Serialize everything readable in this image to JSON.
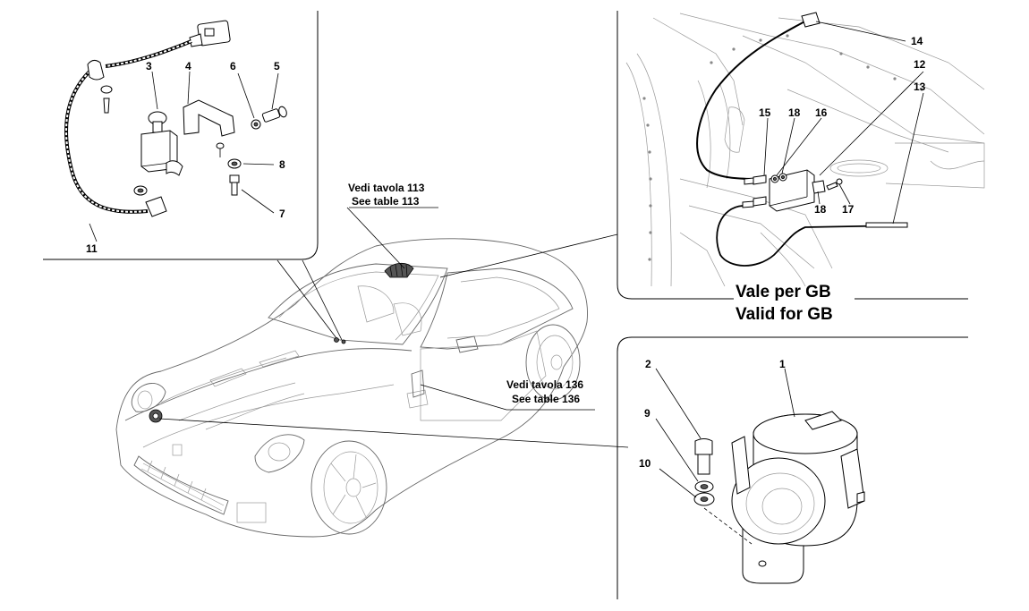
{
  "callouts": {
    "n1": "1",
    "n2": "2",
    "n3": "3",
    "n4": "4",
    "n5": "5",
    "n6": "6",
    "n7": "7",
    "n8": "8",
    "n9": "9",
    "n10": "10",
    "n11": "11",
    "n12": "12",
    "n13": "13",
    "n14": "14",
    "n15": "15",
    "n16": "16",
    "n17": "17",
    "n18a": "18",
    "n18b": "18"
  },
  "references": {
    "table113_it": "Vedi tavola 113",
    "table113_en": "See table 113",
    "table136_it": "Vedi tavola 136",
    "table136_en": "See table 136"
  },
  "inset_note": {
    "line1": "Vale per GB",
    "line2": "Valid for GB"
  }
}
